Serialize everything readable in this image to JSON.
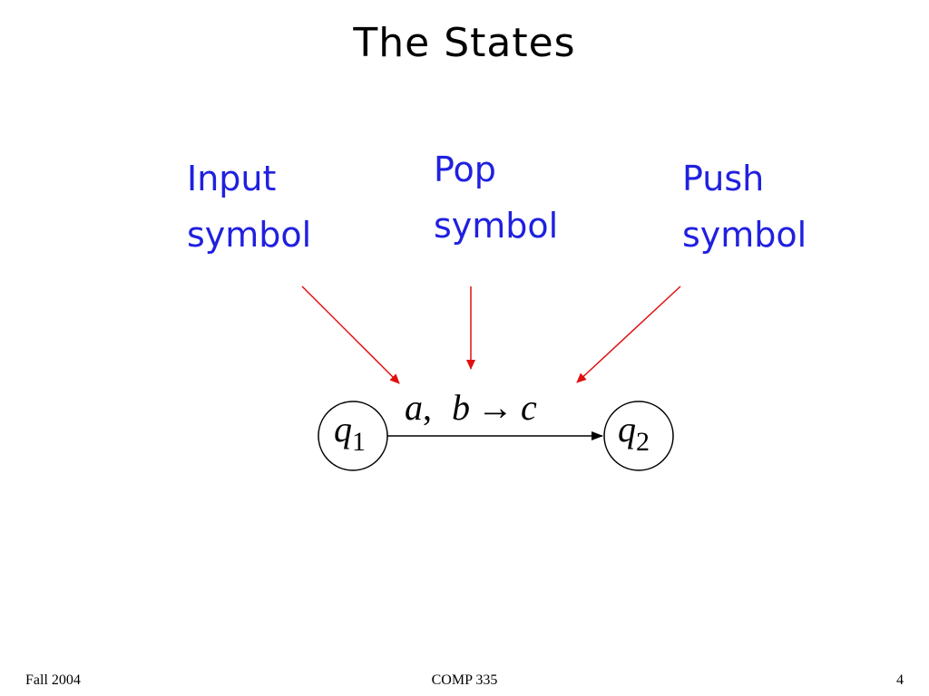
{
  "title": "The States",
  "labels": {
    "input": [
      "Input",
      "symbol"
    ],
    "pop": [
      "Pop",
      "symbol"
    ],
    "push": [
      "Push",
      "symbol"
    ]
  },
  "transition": {
    "input_symbol": "a",
    "separator": ",",
    "pop_symbol": "b",
    "arrow": "→",
    "push_symbol": "c"
  },
  "states": [
    {
      "base": "q",
      "sub": "1"
    },
    {
      "base": "q",
      "sub": "2"
    }
  ],
  "footer": {
    "left": "Fall 2004",
    "center": "COMP 335",
    "right": "4"
  },
  "colors": {
    "label_text": "#2020e0",
    "pointer_arrows": "#e01010",
    "diagram": "#000000"
  }
}
